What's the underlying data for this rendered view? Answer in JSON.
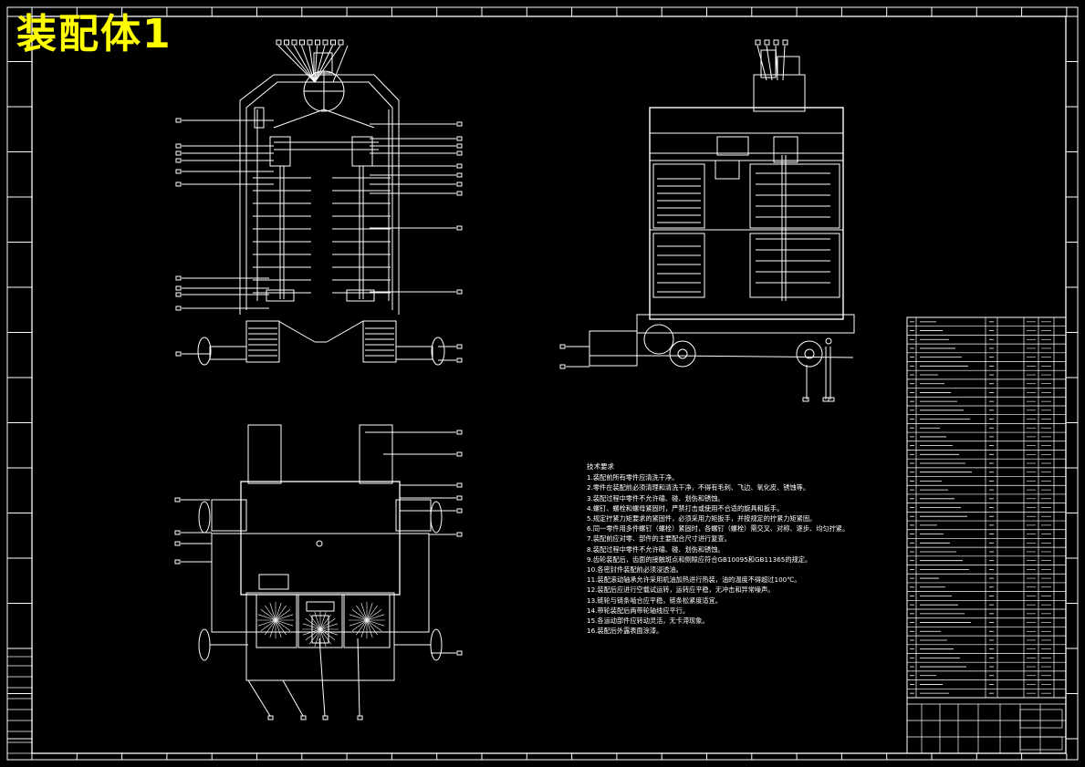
{
  "drawing": {
    "title": "装配体1"
  },
  "notes": {
    "heading": "技术要求",
    "items": [
      "1.装配前所有零件应清洗干净。",
      "2.零件在装配前必须清理和清洗干净，不得有毛刺、飞边、氧化皮、锈蚀等。",
      "3.装配过程中零件不允许磕、碰、划伤和锈蚀。",
      "4.螺钉、螺栓和螺母紧固时，严禁打击或使用不合适的旋具和扳手。",
      "5.规定拧紧力矩要求的紧固件，必须采用力矩扳手，并按规定的拧紧力矩紧固。",
      "6.同一零件用多件螺钉（螺栓）紧固时，各螺钉（螺栓）需交叉、对称、逐步、均匀拧紧。",
      "7.装配前应对零、部件的主要配合尺寸进行复查。",
      "8.装配过程中零件不允许磕、碰、划伤和锈蚀。",
      "9.齿轮装配后，齿面的接触斑点和侧隙应符合GB10095和GB11365的规定。",
      "10.各密封件装配前必须浸透油。",
      "11.装配滚动轴承允许采用机油加热进行热装，油的温度不得超过100℃。",
      "12.装配后应进行空载试运转，运转应平稳，无冲击和异常噪声。",
      "13.链轮与链条啮合应平稳，链条松紧度适宜。",
      "14.带轮装配后两带轮轴线应平行。",
      "15.各运动部件应转动灵活，无卡滞现象。",
      "16.装配后外露表面涂漆。"
    ]
  },
  "colors": {
    "background": "#000000",
    "lines": "#ffffff",
    "title": "#ffff00"
  }
}
